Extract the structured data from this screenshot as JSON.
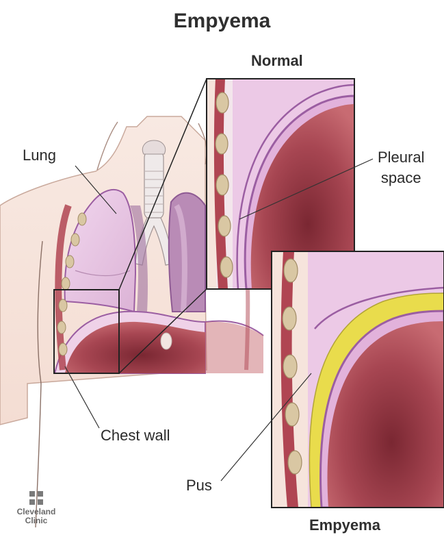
{
  "title": "Empyema",
  "panels": {
    "normal_title": "Normal",
    "empyema_title": "Empyema"
  },
  "labels": {
    "lung": "Lung",
    "pleural_space_line1": "Pleural",
    "pleural_space_line2": "space",
    "chest_wall": "Chest wall",
    "pus": "Pus"
  },
  "logo": {
    "line1": "Cleveland",
    "line2": "Clinic",
    "icon": "cleveland-clinic-cross-logo"
  },
  "colors": {
    "lung_tissue": "#e9c8e4",
    "lung_outline": "#9b5ea2",
    "lung_interior": "#b1525a",
    "skin": "#f6e4dc",
    "pus": "#e9dc4c",
    "rib": "#d9c7a3",
    "muscle": "#b04552"
  }
}
